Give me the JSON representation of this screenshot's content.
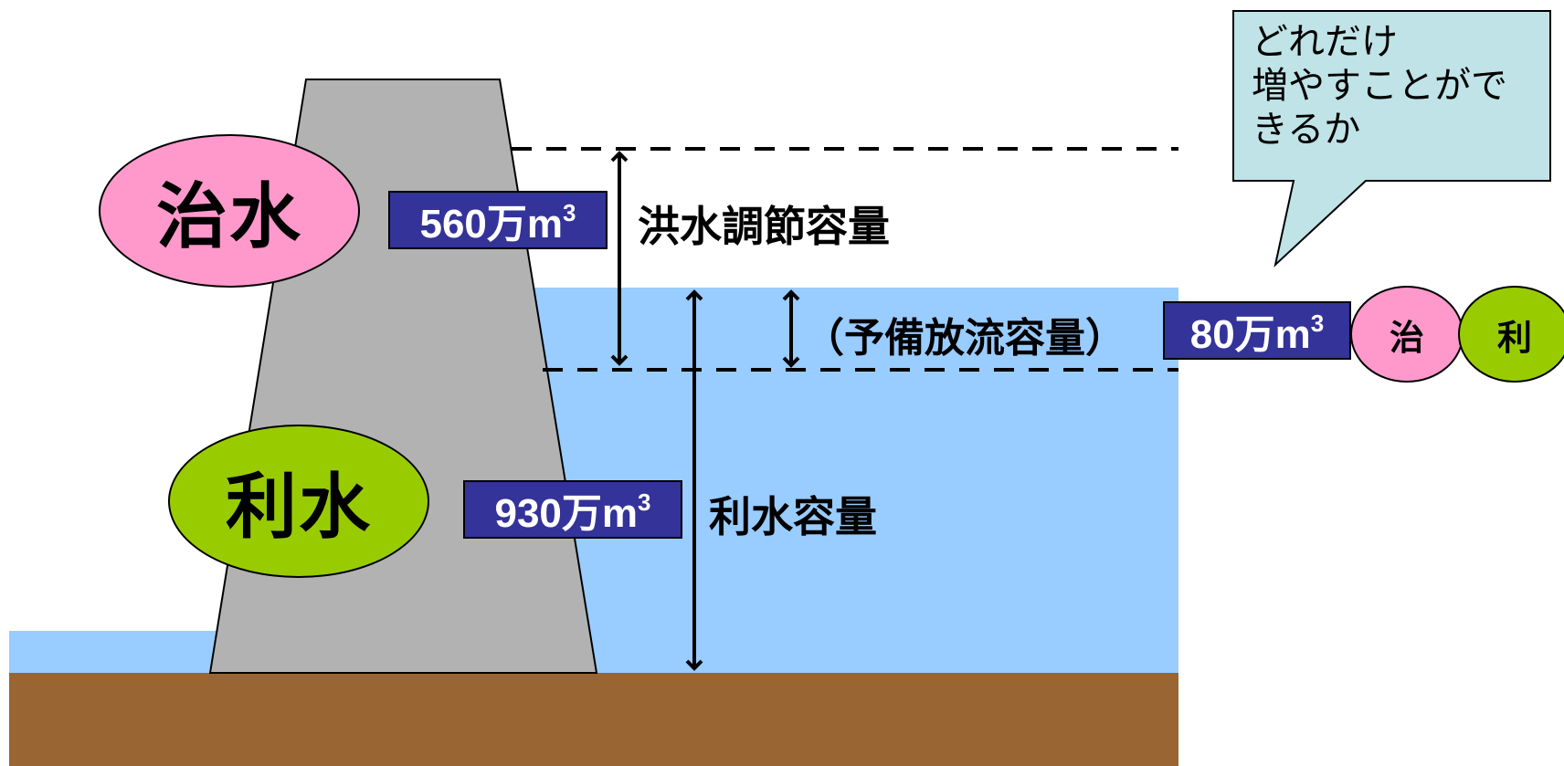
{
  "badges": {
    "flood_control": "治水",
    "water_use": "利水",
    "small_flood_control": "治",
    "small_water_use": "利"
  },
  "volumes": {
    "flood": {
      "value": "560万m",
      "sup": "3"
    },
    "water": {
      "value": "930万m",
      "sup": "3"
    },
    "reserve": {
      "value": "80万m",
      "sup": "3"
    }
  },
  "labels": {
    "flood_capacity": "洪水調節容量",
    "water_capacity": "利水容量",
    "reserve_capacity": "（予備放流容量）"
  },
  "callout": {
    "lines": [
      "どれだけ",
      "増やすことがで",
      "きるか"
    ]
  },
  "colors": {
    "water": "#99ccff",
    "ground": "#996633",
    "dam": "#b2b2b2",
    "flood_badge": "#ff99cc",
    "water_badge": "#99cc00",
    "volume_box": "#333399",
    "callout": "#bfe3e6"
  }
}
